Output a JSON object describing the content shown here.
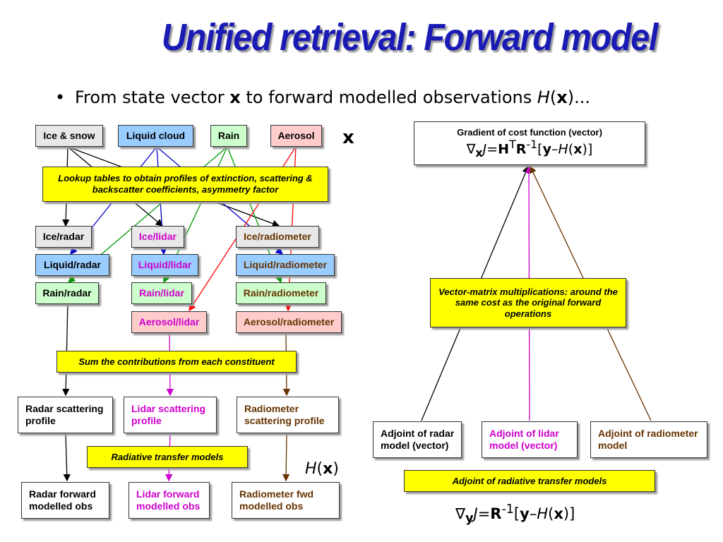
{
  "title": "Unified retrieval: Forward model",
  "bullet": {
    "pre": "From state vector ",
    "x": "x",
    "mid": " to forward modelled observations ",
    "H": "H",
    "open": "(",
    "x2": "x",
    "close": ")..."
  },
  "x_label": "x",
  "hx_label": {
    "H": "H",
    "open": "(",
    "x": "x",
    "close": ")"
  },
  "constituents": {
    "ice_snow": "Ice & snow",
    "liquid_cloud": "Liquid cloud",
    "rain": "Rain",
    "aerosol": "Aerosol"
  },
  "lookup": "Lookup tables to obtain profiles of extinction, scattering & backscatter coefficients, asymmetry factor",
  "radar": {
    "ice": "Ice/radar",
    "liquid": "Liquid/radar",
    "rain": "Rain/radar"
  },
  "lidar": {
    "ice": "Ice/lidar",
    "liquid": "Liquid/lidar",
    "rain": "Rain/lidar",
    "aerosol": "Aerosol/lidar"
  },
  "radiometer": {
    "ice": "Ice/radiometer",
    "liquid": "Liquid/radiometer",
    "rain": "Rain/radiometer",
    "aerosol": "Aerosol/radiometer"
  },
  "sum": "Sum the contributions from each constituent",
  "scattering": {
    "radar": "Radar scattering profile",
    "lidar": "Lidar scattering profile",
    "radiometer": "Radiometer scattering profile"
  },
  "rt_models": "Radiative transfer models",
  "forward": {
    "radar": "Radar forward modelled obs",
    "lidar": "Lidar forward modelled obs",
    "radiometer": "Radiometer fwd modelled obs"
  },
  "gradient": {
    "title": "Gradient of cost function (vector)"
  },
  "vector_matrix": "Vector-matrix multiplications: around the same cost as the original forward operations",
  "adjoint": {
    "radar": "Adjoint of radar model (vector)",
    "lidar": "Adjoint of lidar model (vector)",
    "radiometer": "Adjoint of radiometer model"
  },
  "adjoint_rt": "Adjoint of radiative transfer models",
  "colors": {
    "title": "#1a1ab5",
    "lidar": "#cc00cc",
    "radiometer": "#663300",
    "lookup_fill": "#ffff00",
    "ice": "#e8e8e8",
    "liquid": "#99ccff",
    "rain": "#ccffcc",
    "aerosol": "#ffcccc"
  }
}
